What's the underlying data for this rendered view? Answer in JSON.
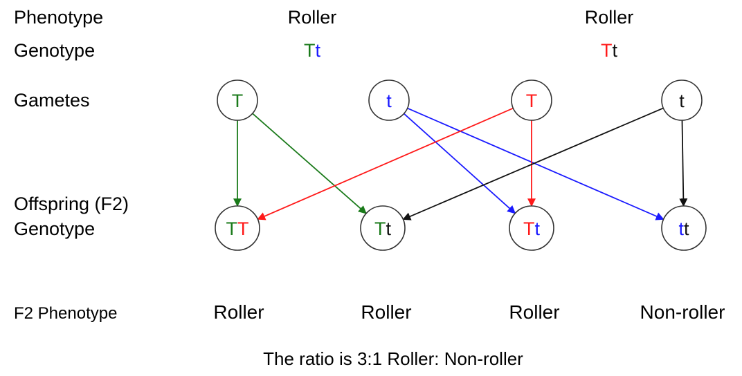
{
  "colors": {
    "green": "#1a7a1a",
    "blue": "#1a1aff",
    "red": "#ff1a1a",
    "black": "#111111",
    "circle_stroke": "#333333"
  },
  "row_labels": {
    "phenotype": "Phenotype",
    "genotype": "Genotype",
    "gametes": "Gametes",
    "offspring_line1": "Offspring (F2)",
    "offspring_line2": "Genotype",
    "f2_phenotype": "F2 Phenotype"
  },
  "parents": [
    {
      "phenotype": "Roller",
      "genotype": [
        {
          "char": "T",
          "color": "green"
        },
        {
          "char": "t",
          "color": "blue"
        }
      ]
    },
    {
      "phenotype": "Roller",
      "genotype": [
        {
          "char": "T",
          "color": "red"
        },
        {
          "char": "t",
          "color": "black"
        }
      ]
    }
  ],
  "gametes": [
    {
      "id": "g1",
      "char": "T",
      "color": "green"
    },
    {
      "id": "g2",
      "char": "t",
      "color": "blue"
    },
    {
      "id": "g3",
      "char": "T",
      "color": "red"
    },
    {
      "id": "g4",
      "char": "t",
      "color": "black"
    }
  ],
  "offspring": [
    {
      "id": "o1",
      "alleles": [
        {
          "char": "T",
          "color": "green"
        },
        {
          "char": "T",
          "color": "red"
        }
      ],
      "phenotype": "Roller"
    },
    {
      "id": "o2",
      "alleles": [
        {
          "char": "T",
          "color": "green"
        },
        {
          "char": "t",
          "color": "black"
        }
      ],
      "phenotype": "Roller"
    },
    {
      "id": "o3",
      "alleles": [
        {
          "char": "T",
          "color": "red"
        },
        {
          "char": "t",
          "color": "blue"
        }
      ],
      "phenotype": "Roller"
    },
    {
      "id": "o4",
      "alleles": [
        {
          "char": "t",
          "color": "blue"
        },
        {
          "char": "t",
          "color": "black"
        }
      ],
      "phenotype": "Non-roller"
    }
  ],
  "crosses": [
    {
      "from": "g1",
      "to": "o1",
      "color": "green"
    },
    {
      "from": "g1",
      "to": "o2",
      "color": "green"
    },
    {
      "from": "g2",
      "to": "o3",
      "color": "blue"
    },
    {
      "from": "g2",
      "to": "o4",
      "color": "blue"
    },
    {
      "from": "g3",
      "to": "o1",
      "color": "red"
    },
    {
      "from": "g3",
      "to": "o3",
      "color": "red"
    },
    {
      "from": "g4",
      "to": "o2",
      "color": "black"
    },
    {
      "from": "g4",
      "to": "o4",
      "color": "black"
    }
  ],
  "conclusion": "The ratio is 3:1 Roller: Non-roller"
}
